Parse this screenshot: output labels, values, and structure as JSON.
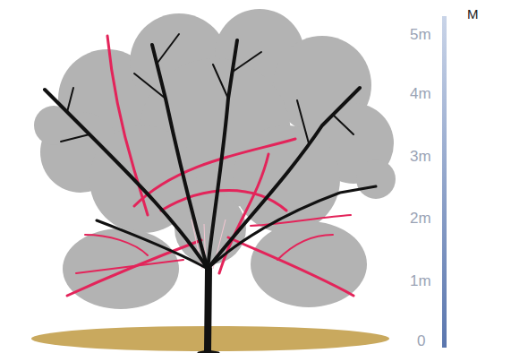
{
  "diagram": {
    "labels": [
      "M",
      "5m",
      "4m",
      "3m",
      "2m",
      "1m",
      "0"
    ]
  }
}
